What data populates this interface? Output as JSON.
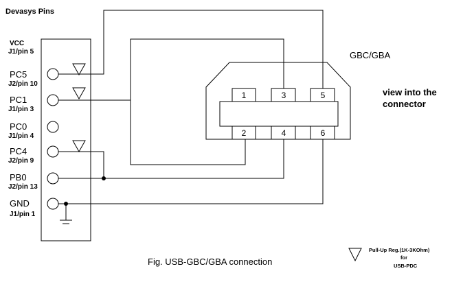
{
  "header": "Devasys Pins",
  "pins": [
    {
      "name": "",
      "ref": "VCC",
      "sub": "J1/pin 5",
      "pullup": false
    },
    {
      "name": "PC5",
      "sub": "J2/pin 10",
      "pullup": true
    },
    {
      "name": "PC1",
      "sub": "J1/pin 3",
      "pullup": true
    },
    {
      "name": "PC0",
      "sub": "J1/pin 4",
      "pullup": false
    },
    {
      "name": "PC4",
      "sub": "J2/pin 9",
      "pullup": true
    },
    {
      "name": "PB0",
      "sub": "J2/pin 13",
      "pullup": false
    },
    {
      "name": "GND",
      "sub": "J1/pin 1",
      "pullup": false
    }
  ],
  "connector": {
    "title": "GBC/GBA",
    "note_line1": "view into the",
    "note_line2": "connector",
    "top_pins": [
      "1",
      "3",
      "5"
    ],
    "bottom_pins": [
      "2",
      "4",
      "6"
    ]
  },
  "caption": "Fig. USB-GBC/GBA connection",
  "legend": {
    "line1": "Pull-Up Reg.(1K-3KOhm)",
    "line2": "for",
    "line3": "USB-PDC"
  }
}
